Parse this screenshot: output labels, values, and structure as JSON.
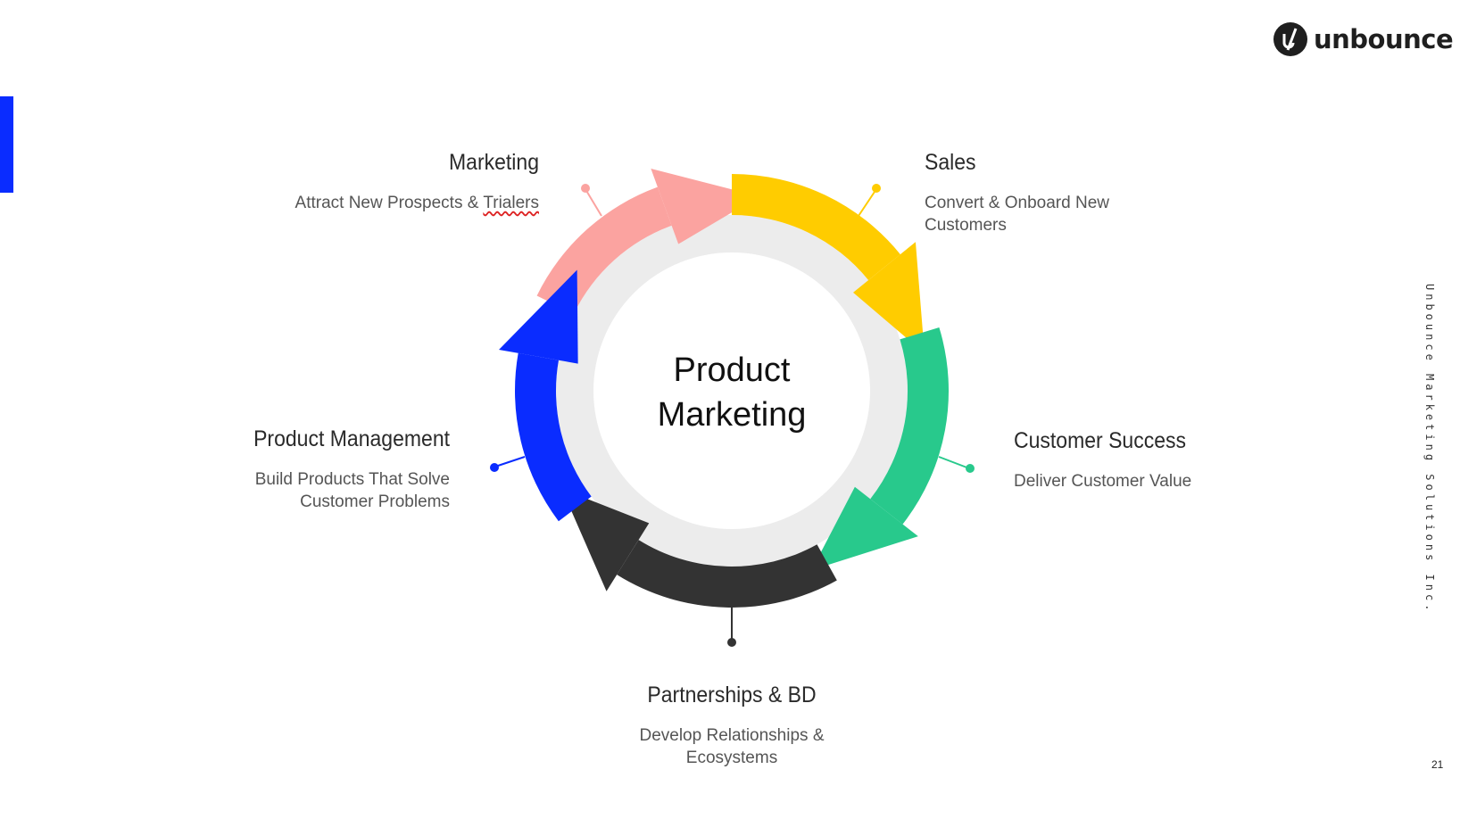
{
  "brand": {
    "name": "unbounce"
  },
  "diagram": {
    "center": {
      "line1": "Product",
      "line2": "Marketing"
    },
    "segments": [
      {
        "id": "marketing",
        "title": "Marketing",
        "desc_prefix": "Attract New Prospects & ",
        "desc_marked": "Trialers",
        "color": "#fba3a0"
      },
      {
        "id": "sales",
        "title": "Sales",
        "desc": "Convert & Onboard New Customers",
        "color": "#ffcc00"
      },
      {
        "id": "customer_success",
        "title": "Customer Success",
        "desc": "Deliver Customer Value",
        "color": "#28c98c"
      },
      {
        "id": "partnerships",
        "title": "Partnerships & BD",
        "desc": "Develop Relationships & Ecosystems",
        "color": "#333333"
      },
      {
        "id": "product_management",
        "title": "Product Management",
        "desc": "Build Products That Solve Customer Problems",
        "color": "#0a2cff"
      }
    ]
  },
  "footer": {
    "company": "Unbounce Marketing Solutions Inc.",
    "page_number": "21"
  },
  "colors": {
    "accent": "#0a2cff",
    "ring_inner": "#ececec"
  }
}
